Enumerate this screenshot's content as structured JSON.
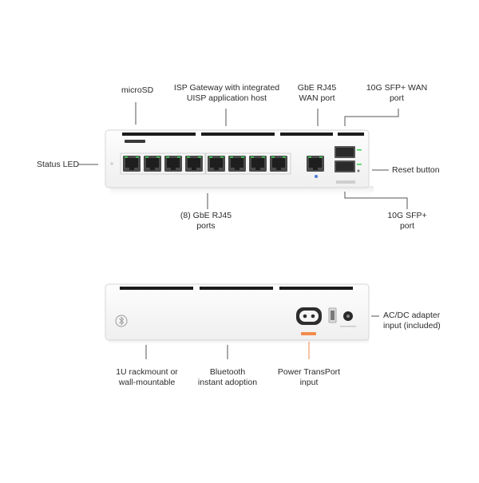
{
  "front_labels": {
    "microsd": "microSD",
    "isp_gateway": "ISP Gateway with integrated\nUISP application host",
    "gbe_wan": "GbE RJ45\nWAN port",
    "sfp_wan": "10G SFP+ WAN\nport",
    "status_led": "Status LED",
    "reset_button": "Reset button",
    "gbe_ports": "(8) GbE RJ45\nports",
    "sfp_port": "10G SFP+\nport"
  },
  "back_labels": {
    "ac_dc": "AC/DC adapter\ninput (included)",
    "rackmount": "1U rackmount or\nwall-mountable",
    "bluetooth": "Bluetooth\ninstant adoption",
    "power_transport": "Power TransPort\ninput"
  },
  "colors": {
    "accent": "#f28a4a",
    "device_body": "#f7f7f7",
    "port_dark": "#4a4a4a",
    "led_green": "#43d35a",
    "leader": "#555555"
  }
}
